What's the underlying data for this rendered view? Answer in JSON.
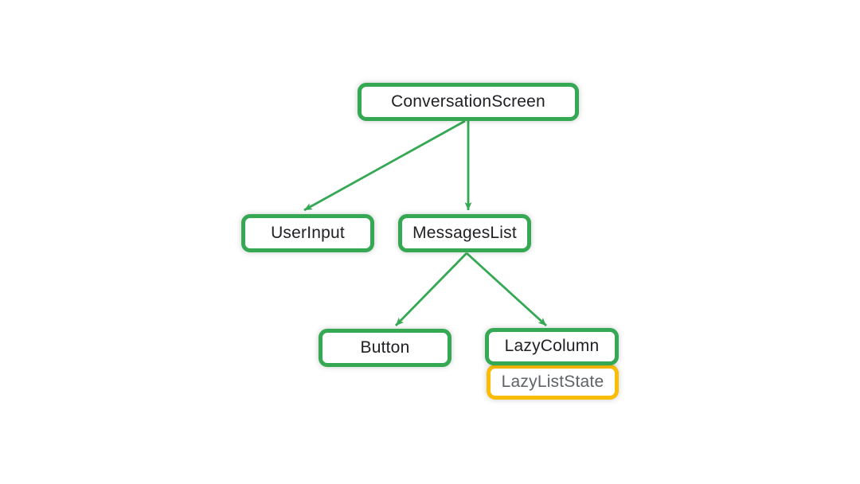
{
  "diagram": {
    "type": "tree",
    "nodes": [
      {
        "id": "conversation-screen",
        "label": "ConversationScreen",
        "kind": "composable"
      },
      {
        "id": "user-input",
        "label": "UserInput",
        "kind": "composable"
      },
      {
        "id": "messages-list",
        "label": "MessagesList",
        "kind": "composable"
      },
      {
        "id": "button",
        "label": "Button",
        "kind": "composable"
      },
      {
        "id": "lazy-column",
        "label": "LazyColumn",
        "kind": "composable"
      },
      {
        "id": "lazy-list-state",
        "label": "LazyListState",
        "kind": "state"
      }
    ],
    "edges": [
      {
        "from": "conversation-screen",
        "to": "user-input"
      },
      {
        "from": "conversation-screen",
        "to": "messages-list"
      },
      {
        "from": "messages-list",
        "to": "button"
      },
      {
        "from": "messages-list",
        "to": "lazy-column"
      }
    ],
    "attachments": [
      {
        "parent": "lazy-column",
        "child": "lazy-list-state"
      }
    ],
    "colors": {
      "composable_border": "#34a853",
      "state_border": "#fbbc04",
      "edge": "#34a853",
      "label_text": "#202124",
      "state_label_text": "#5f6368",
      "background": "#ffffff"
    }
  }
}
